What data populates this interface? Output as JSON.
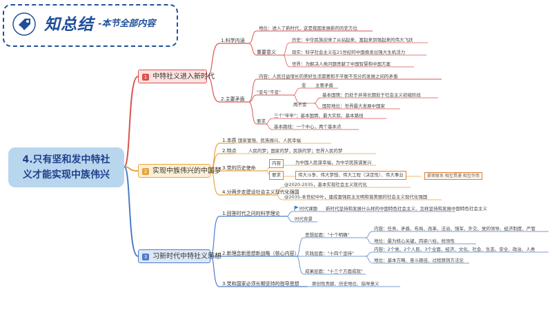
{
  "banner": {
    "title": "知总结",
    "subtitle": "-本节全部内容"
  },
  "root": {
    "line1": "4.只有坚和发中特社",
    "line2": "义才能实现中族伟兴"
  },
  "branches": [
    {
      "num": "1",
      "label": "中特社义进入新时代",
      "color": "#d9534f",
      "items": {
        "s1": "1.科学内涵",
        "s1_a": "地位：进入了新时代，这是我国发展新的历史方位",
        "s1_b": "重要意义",
        "s1_b1": "历史：中华民族迎来了从站起来、富起来到强起来的伟大飞跃",
        "s1_b2": "现实：科学社会主义在21世纪的中国焕发出强大生机活力",
        "s1_b3": "世界：为解决人类问题贡献了中国智慧和中国方案",
        "s2": "2.主要矛盾",
        "s2_a": "内容：人民日益增长的美好生活需要和不平衡不充分的发展之间的矛盾",
        "s2_b": "\"变与\"不变\"",
        "s2_b1": "变",
        "s2_b1v": "主要矛盾",
        "s2_b2": "两不变",
        "s2_b2a": "基本国情：仍处于并将长期处于社会主义初级阶段",
        "s2_b2b": "国际地位：世界最大发展中国家",
        "s2_c": "要求",
        "s2_c1": "三个\"牢牢\"：基本国情、最大实际、基本路线",
        "s2_c2": "基本路线：一个中心，两个基本点"
      }
    },
    {
      "num": "2",
      "label": "实现中族伟兴的中国梦",
      "color": "#e8a33b",
      "items": {
        "s1": "1.本质",
        "s1_v": "国家富强、民族振兴、人民幸福",
        "s2": "2.特点",
        "s2_v": "人民的梦；国家的梦，民族的梦；世界人民的梦",
        "s3": "3.党的历史使命",
        "s3_a": "内容",
        "s3_av": "为中国人民谋幸福，为中华民族谋复兴",
        "s3_b": "要求",
        "s3_bv": "伟大斗争、伟大梦想、伟大工程（决定性）、伟大事业",
        "s3_tag": "紧密联系 相互贯通 相互作用",
        "s4": "4.分两步走建设社会主义现代化强国",
        "s4_a": "@2020-2035，基本实现社会主义现代化",
        "s4_b": "@2035-本世纪中叶，建成富强民主文明和谐美丽的社会主义现代化强国"
      }
    },
    {
      "num": "3",
      "label": "习新时代中特社义思想",
      "color": "#4a7cc7",
      "items": {
        "s1": "1.回答时代之问的科学理论",
        "s1_a": "时代课题",
        "s1_av": "新时代坚持和发展什么样的中国特色社会主义、怎样坚持和发展中国特色社会主义",
        "s1_b": "时代背景",
        "s2": "2.新理念新思想新战略（核心内容）",
        "s2_a": "思想层面：\"十个明确\"",
        "s2_a1": "内容：任务、矛盾、布局、改革、法治、强军、外交、党的领导、经济制度、严管",
        "s2_a2": "地位：最为核心关键，四梁八柱，统领性",
        "s2_b": "实践层面：\"十四个坚持\"",
        "s2_b1": "内容：2个党、2个人民、3个全面、经济、文化、社会、生态、安全、政治、人类",
        "s2_b2": "地位：基本方略、奋斗路径、过程原则方法论",
        "s2_c": "成果层面：\"十三个方面成就\"",
        "s3": "3.党和国家必须长期坚持的指导思想",
        "s3_v": "原创性贡献、历史地位、指导意义"
      }
    }
  ],
  "colors": {
    "red": "#d9534f",
    "orange": "#e8a33b",
    "blue": "#4a7cc7",
    "banner": "#1f4e9a",
    "root_bg": "#b9d6ef"
  },
  "icons": [
    "price-tag-icon",
    "flag-icon"
  ]
}
